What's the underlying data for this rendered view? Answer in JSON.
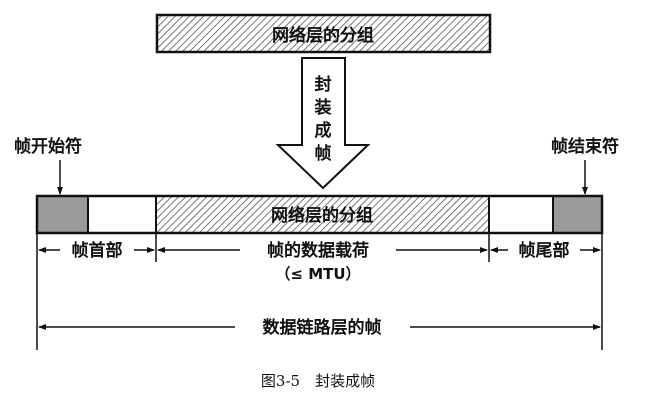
{
  "top_packet": "网络层的分组",
  "encapsulate_chars": [
    "封",
    "装",
    "成",
    "帧"
  ],
  "frame_start": "帧开始符",
  "frame_end": "帧结束符",
  "frame_packet": "网络层的分组",
  "header": "帧首部",
  "payload": "帧的数据载荷",
  "payload_limit": "（≤ MTU）",
  "trailer": "帧尾部",
  "whole_frame": "数据链路层的帧",
  "caption": "图3-5　封装成帧",
  "colors": {
    "line": "#111111",
    "gray": "#9a9a9a"
  }
}
